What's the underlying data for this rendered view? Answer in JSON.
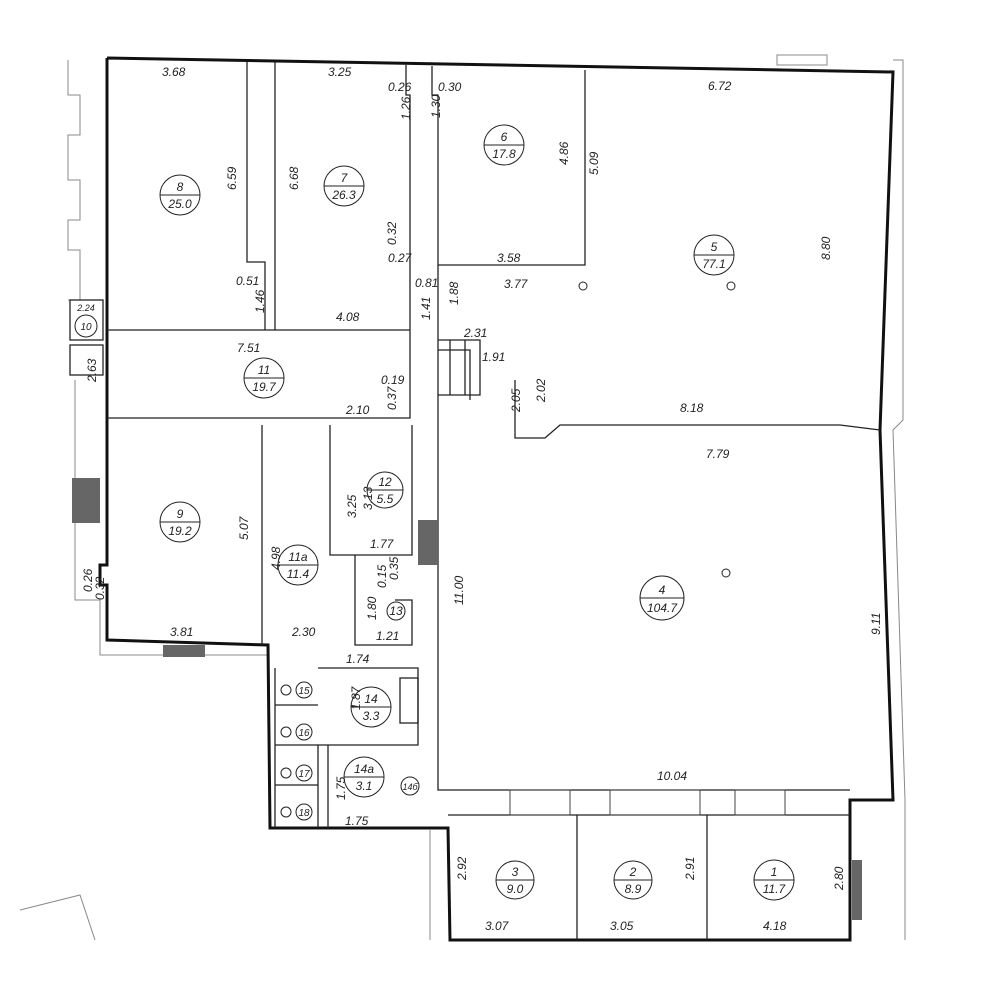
{
  "rooms": [
    {
      "num": "1",
      "area": "11.7"
    },
    {
      "num": "2",
      "area": "8.9"
    },
    {
      "num": "3",
      "area": "9.0"
    },
    {
      "num": "4",
      "area": "104.7"
    },
    {
      "num": "5",
      "area": "77.1"
    },
    {
      "num": "6",
      "area": "17.8"
    },
    {
      "num": "7",
      "area": "26.3"
    },
    {
      "num": "8",
      "area": "25.0"
    },
    {
      "num": "9",
      "area": "19.2"
    },
    {
      "num": "10",
      "area": "2.24"
    },
    {
      "num": "11",
      "area": "19.7"
    },
    {
      "num": "11a",
      "area": "11.4"
    },
    {
      "num": "12",
      "area": "5.5"
    },
    {
      "num": "13"
    },
    {
      "num": "14",
      "area": "3.3"
    },
    {
      "num": "14a",
      "area": "3.1"
    },
    {
      "num": "14б"
    },
    {
      "num": "15"
    },
    {
      "num": "16"
    },
    {
      "num": "17"
    },
    {
      "num": "18"
    }
  ],
  "dimensions": [
    "3.68",
    "3.25",
    "0.26",
    "1.26",
    "0.30",
    "1.30",
    "6.72",
    "6.59",
    "6.68",
    "4.86",
    "5.09",
    "0.32",
    "0.27",
    "3.58",
    "3.77",
    "8.80",
    "0.51",
    "1.46",
    "0.81",
    "1.41",
    "1.88",
    "4.08",
    "7.51",
    "2.31",
    "1.91",
    "2.63",
    "0.19",
    "0.37",
    "2.05",
    "2.02",
    "8.18",
    "2.10",
    "7.79",
    "3.13",
    "3.25",
    "5.07",
    "4.98",
    "1.77",
    "0.26",
    "0.32",
    "0.35",
    "0.15",
    "1.80",
    "11.00",
    "9.11",
    "3.81",
    "2.30",
    "1.21",
    "1.74",
    "1.87",
    "1.75",
    "1.75",
    "10.04",
    "2.92",
    "2.91",
    "2.80",
    "3.07",
    "3.05",
    "4.18"
  ]
}
